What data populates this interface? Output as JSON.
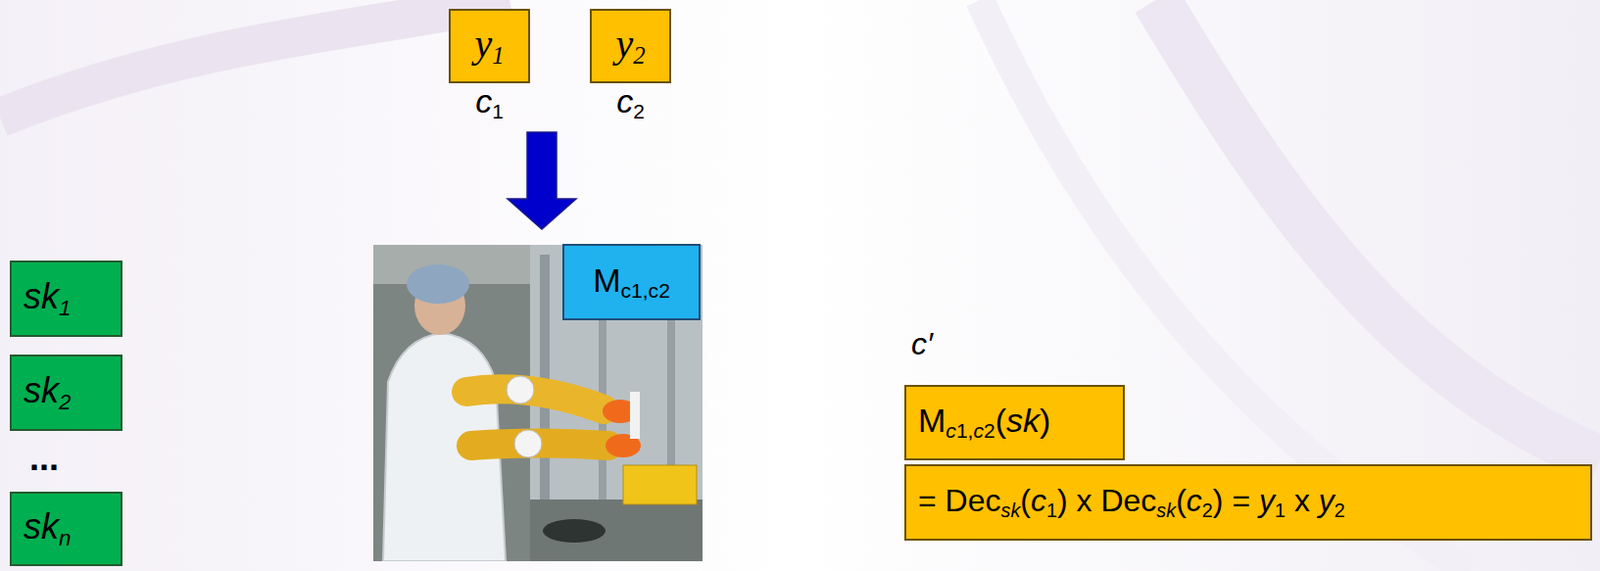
{
  "diagram": {
    "nodes": [
      {
        "text": [
          "y1",
          "c1"
        ]
      },
      {
        "text": [
          "y2",
          "c2"
        ]
      },
      {
        "text": [
          "sk1"
        ]
      },
      {
        "text": [
          "sk2"
        ]
      },
      {
        "text": [
          "skn"
        ]
      },
      {
        "text": [
          "Mc1,c2"
        ]
      },
      {
        "text": [
          "Mc1,c2(sk)"
        ]
      },
      {
        "text": [
          "= Decsk(c1) x Decsk(c2) = y1 x y2"
        ]
      }
    ],
    "labels": [
      "...",
      "c′"
    ]
  }
}
